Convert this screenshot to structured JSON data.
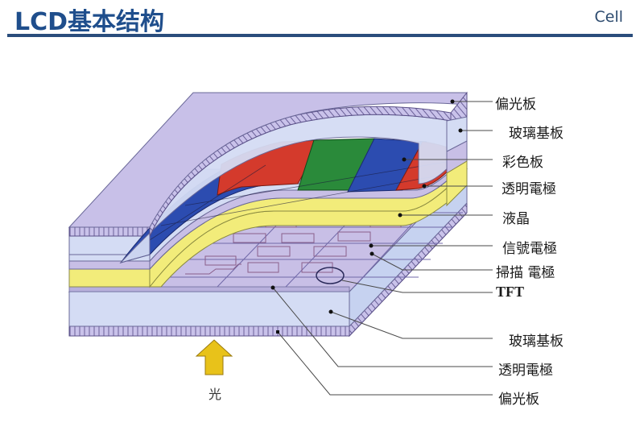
{
  "header": {
    "title": "LCD基本结构",
    "section": "Cell"
  },
  "colors": {
    "title": "#1f4e8c",
    "rule": "#2a4d7c",
    "polarizer": "#c8c0e8",
    "glass": "#d4dcf4",
    "liquid_crystal": "#f2ec7a",
    "red": "#d43a2c",
    "green": "#2a8a3a",
    "blue": "#2c4cb0",
    "arrow": "#e8c21a"
  },
  "diagram": {
    "labels": [
      {
        "id": "top-polarizer",
        "text": "偏光板"
      },
      {
        "id": "top-glass-substrate",
        "text": "玻璃基板"
      },
      {
        "id": "color-filter",
        "text": "彩色板"
      },
      {
        "id": "top-transparent-electrode",
        "text": "透明電極"
      },
      {
        "id": "liquid-crystal",
        "text": "液晶"
      },
      {
        "id": "signal-electrode",
        "text": "信號電極"
      },
      {
        "id": "scan-electrode",
        "text": "掃描 電極"
      },
      {
        "id": "tft",
        "text": "TFT"
      },
      {
        "id": "bottom-glass-substrate",
        "text": "玻璃基板"
      },
      {
        "id": "bottom-transparent-electrode",
        "text": "透明電極"
      },
      {
        "id": "bottom-polarizer",
        "text": "偏光板"
      }
    ],
    "light_label": "光"
  }
}
